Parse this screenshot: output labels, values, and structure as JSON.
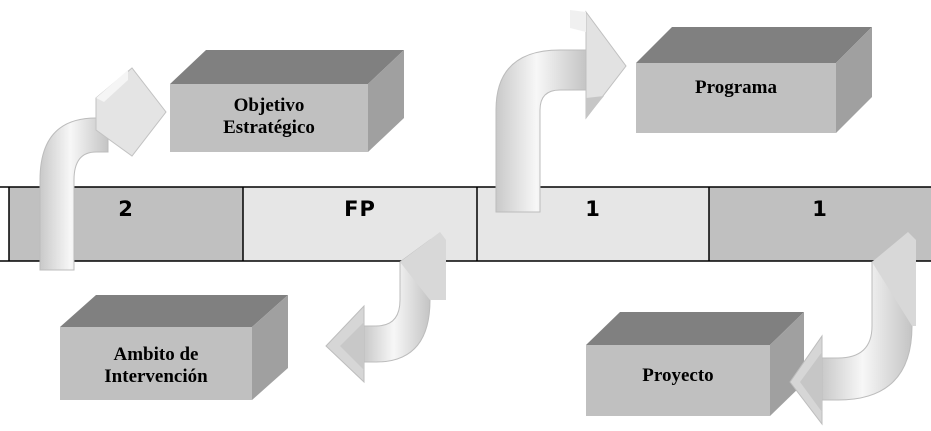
{
  "boxes": {
    "objetivo": {
      "line1": "Objetivo",
      "line2": "Estratégico"
    },
    "programa": {
      "label": "Programa"
    },
    "ambito": {
      "line1": "Ambito de",
      "line2": "Intervención"
    },
    "proyecto": {
      "label": "Proyecto"
    }
  },
  "code_segments": [
    "2",
    "FP",
    "1",
    "1"
  ],
  "colors": {
    "box_front": "#c0c0c0",
    "box_top": "#808080",
    "box_side": "#a0a0a0",
    "segment_dark": "#c0c0c0",
    "segment_light": "#e6e6e6",
    "arrow_light": "#f2f2f2",
    "arrow_dark": "#b8b8b8"
  }
}
